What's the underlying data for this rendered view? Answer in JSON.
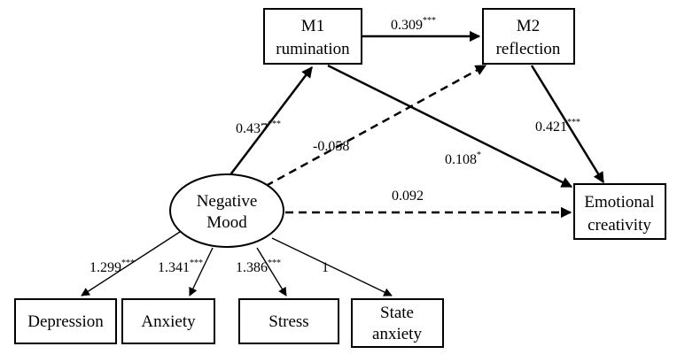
{
  "nodes": {
    "m1": {
      "line1": "M1",
      "line2": "rumination"
    },
    "m2": {
      "line1": "M2",
      "line2": "reflection"
    },
    "negative_mood": {
      "line1": "Negative",
      "line2": "Mood"
    },
    "emotional_creativity": {
      "line1": "Emotional",
      "line2": "creativity"
    },
    "depression": {
      "label": "Depression"
    },
    "anxiety": {
      "label": "Anxiety"
    },
    "stress": {
      "label": "Stress"
    },
    "state_anxiety": {
      "line1": "State",
      "line2": "anxiety"
    }
  },
  "paths": {
    "nm_to_m1": {
      "value": "0.437",
      "sig": "***"
    },
    "m1_to_m2": {
      "value": "0.309",
      "sig": "***"
    },
    "m2_to_ec": {
      "value": "0.421",
      "sig": "***"
    },
    "m1_to_ec": {
      "value": "0.108",
      "sig": "*"
    },
    "nm_to_m2": {
      "value": "-0.058",
      "sig": ""
    },
    "nm_to_ec": {
      "value": "0.092",
      "sig": ""
    },
    "nm_to_depression": {
      "value": "1.299",
      "sig": "***"
    },
    "nm_to_anxiety": {
      "value": "1.341",
      "sig": "***"
    },
    "nm_to_stress": {
      "value": "1.386",
      "sig": "***"
    },
    "nm_to_state_anxiety": {
      "value": "1",
      "sig": ""
    }
  }
}
